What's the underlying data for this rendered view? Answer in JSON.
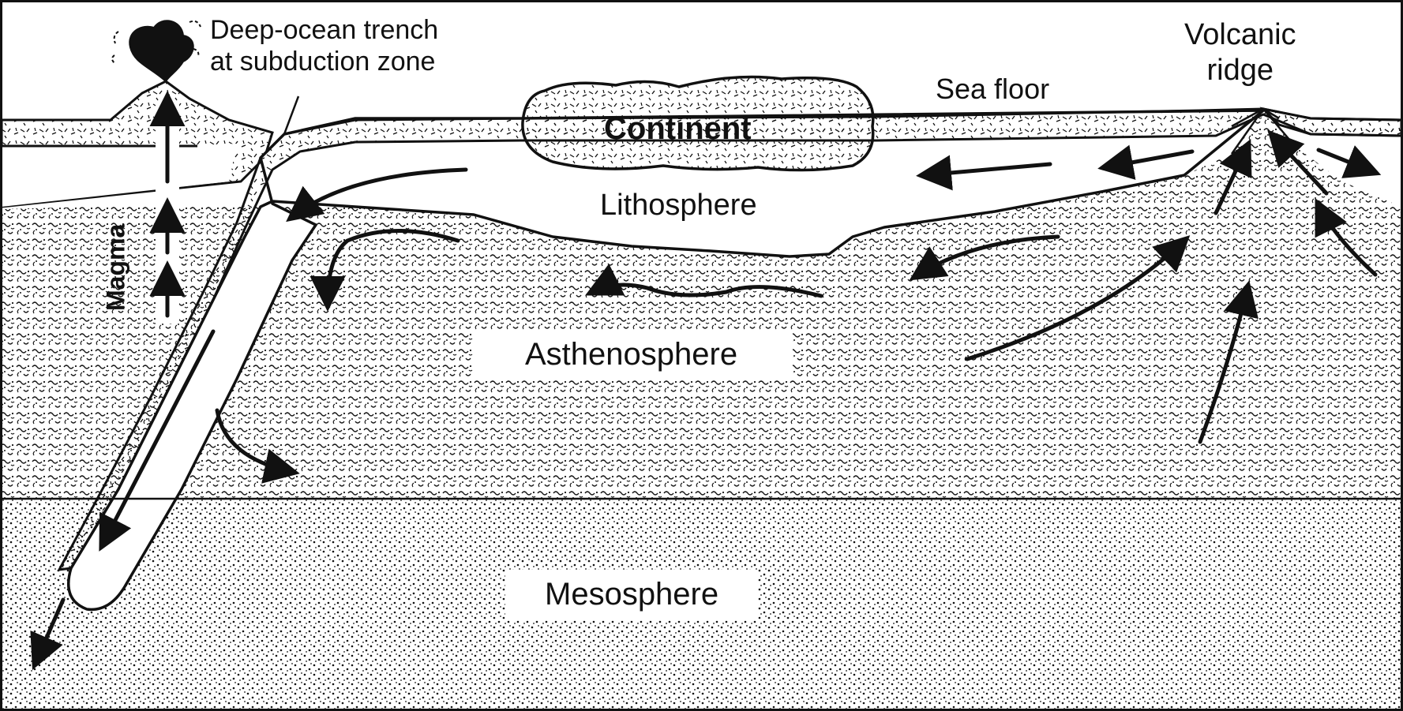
{
  "labels": {
    "trench": "Deep-ocean trench\nat subduction zone",
    "ridge": "Volcanic\nridge",
    "sea_floor": "Sea floor",
    "continent": "Continent",
    "lithosphere": "Lithosphere",
    "asthenosphere": "Asthenosphere",
    "mesosphere": "Mesosphere",
    "magma": "Magma"
  },
  "colors": {
    "ink": "#111111",
    "background": "#ffffff"
  }
}
